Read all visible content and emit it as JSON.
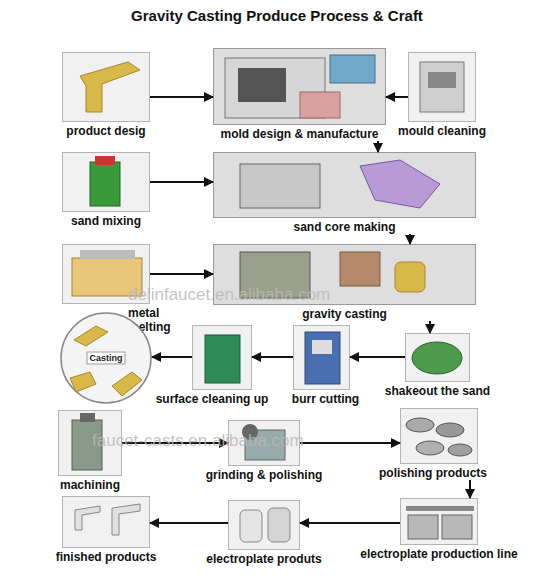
{
  "diagram": {
    "title": "Gravity Casting Produce Process & Craft",
    "nodes": [
      {
        "text": [
          "product desig"
        ]
      },
      {
        "text": [
          "mold design & manufacture"
        ]
      },
      {
        "text": [
          "mould cleaning"
        ]
      },
      {
        "text": [
          "sand mixing"
        ]
      },
      {
        "text": [
          "sand core making"
        ]
      },
      {
        "text": [
          "metal melting"
        ]
      },
      {
        "text": [
          "gravity casting"
        ]
      },
      {
        "text": [
          "Casting"
        ]
      },
      {
        "text": [
          "surface cleaning up"
        ]
      },
      {
        "text": [
          "burr cutting"
        ]
      },
      {
        "text": [
          "shakeout the sand"
        ]
      },
      {
        "text": [
          "machining"
        ]
      },
      {
        "text": [
          "grinding & polishing"
        ]
      },
      {
        "text": [
          "polishing products"
        ]
      },
      {
        "text": [
          "finished products"
        ]
      },
      {
        "text": [
          "electroplate produts"
        ]
      },
      {
        "text": [
          "electroplate production line"
        ]
      }
    ],
    "edges": [
      {
        "from": 0,
        "to": 1,
        "arrow": "to"
      },
      {
        "from": 2,
        "to": 1,
        "arrow": "to"
      },
      {
        "from": 1,
        "to": 4,
        "arrow": "to"
      },
      {
        "from": 3,
        "to": 4,
        "arrow": "to"
      },
      {
        "from": 4,
        "to": 6,
        "arrow": "to"
      },
      {
        "from": 5,
        "to": 6,
        "arrow": "to"
      },
      {
        "from": 6,
        "to": 10,
        "arrow": "to"
      },
      {
        "from": 10,
        "to": 9,
        "arrow": "to"
      },
      {
        "from": 9,
        "to": 8,
        "arrow": "to"
      },
      {
        "from": 8,
        "to": 7,
        "arrow": "to"
      },
      {
        "from": 11,
        "to": 12,
        "arrow": "to"
      },
      {
        "from": 12,
        "to": 13,
        "arrow": "to"
      },
      {
        "from": 13,
        "to": 16,
        "arrow": "to"
      },
      {
        "from": 16,
        "to": 15,
        "arrow": "to"
      },
      {
        "from": 15,
        "to": 14,
        "arrow": "to"
      }
    ],
    "labels": [
      "delinfaucet.en.alibaba.com",
      "faucet-casts.en.alibaba.com"
    ]
  }
}
